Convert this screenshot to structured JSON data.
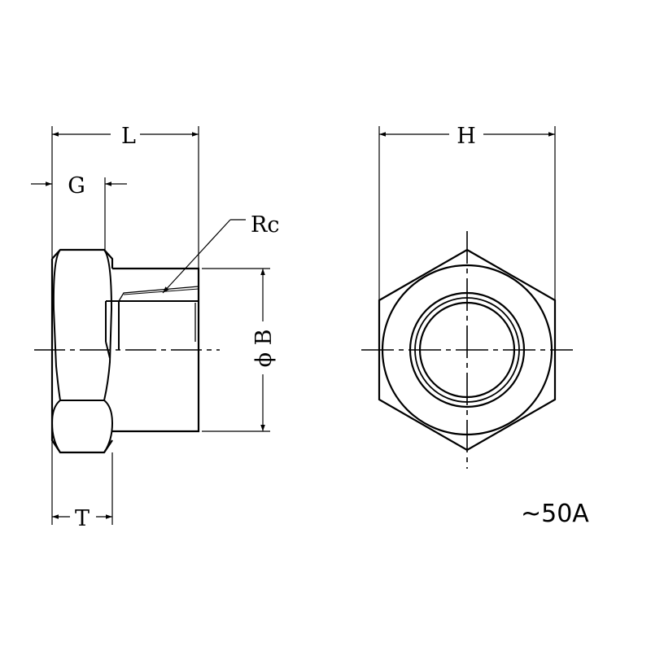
{
  "labels": {
    "L": "L",
    "G": "G",
    "Rc": "Rc",
    "B": "ϕ B",
    "T": "T",
    "H": "H",
    "size_range": "~50A"
  },
  "colors": {
    "line": "#000000",
    "background": "#ffffff"
  }
}
